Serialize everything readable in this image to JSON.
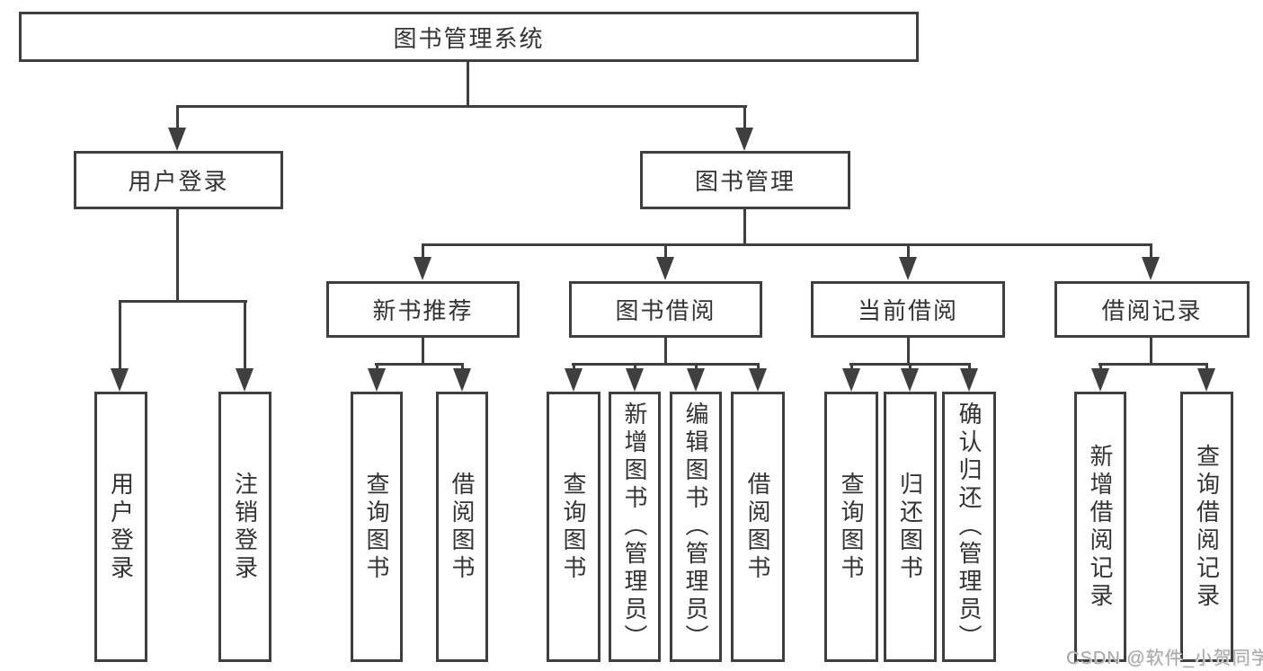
{
  "diagram": {
    "title": "图书管理系统",
    "colors": {
      "line": "#3f3f3f",
      "text": "#333333",
      "background": "#ffffff",
      "watermark": "#a8a8a8"
    },
    "nodes": {
      "root": {
        "label": "图书管理系统"
      },
      "user_login": {
        "label": "用户登录"
      },
      "book_mgmt": {
        "label": "图书管理"
      },
      "new_book_rec": {
        "label": "新书推荐"
      },
      "book_borrow": {
        "label": "图书借阅"
      },
      "current_borrow": {
        "label": "当前借阅"
      },
      "borrow_records": {
        "label": "借阅记录"
      },
      "leaf_user_login": {
        "label": "用户登录"
      },
      "leaf_logout": {
        "label": "注销登录"
      },
      "leaf_query_book_rec": {
        "label": "查询图书"
      },
      "leaf_borrow_book_rec": {
        "label": "借阅图书"
      },
      "leaf_query_book_borrow": {
        "label": "查询图书"
      },
      "leaf_add_book_admin": {
        "label": "新增图书（管理员）"
      },
      "leaf_edit_book_admin": {
        "label": "编辑图书（管理员）"
      },
      "leaf_borrow_book_borrow": {
        "label": "借阅图书"
      },
      "leaf_query_book_current": {
        "label": "查询图书"
      },
      "leaf_return_book": {
        "label": "归还图书"
      },
      "leaf_confirm_return_admin": {
        "label": "确认归还（管理员）"
      },
      "leaf_add_borrow_record": {
        "label": "新增借阅记录"
      },
      "leaf_query_borrow_record": {
        "label": "查询借阅记录"
      }
    },
    "watermark": "CSDN @软件_小贺同学"
  }
}
